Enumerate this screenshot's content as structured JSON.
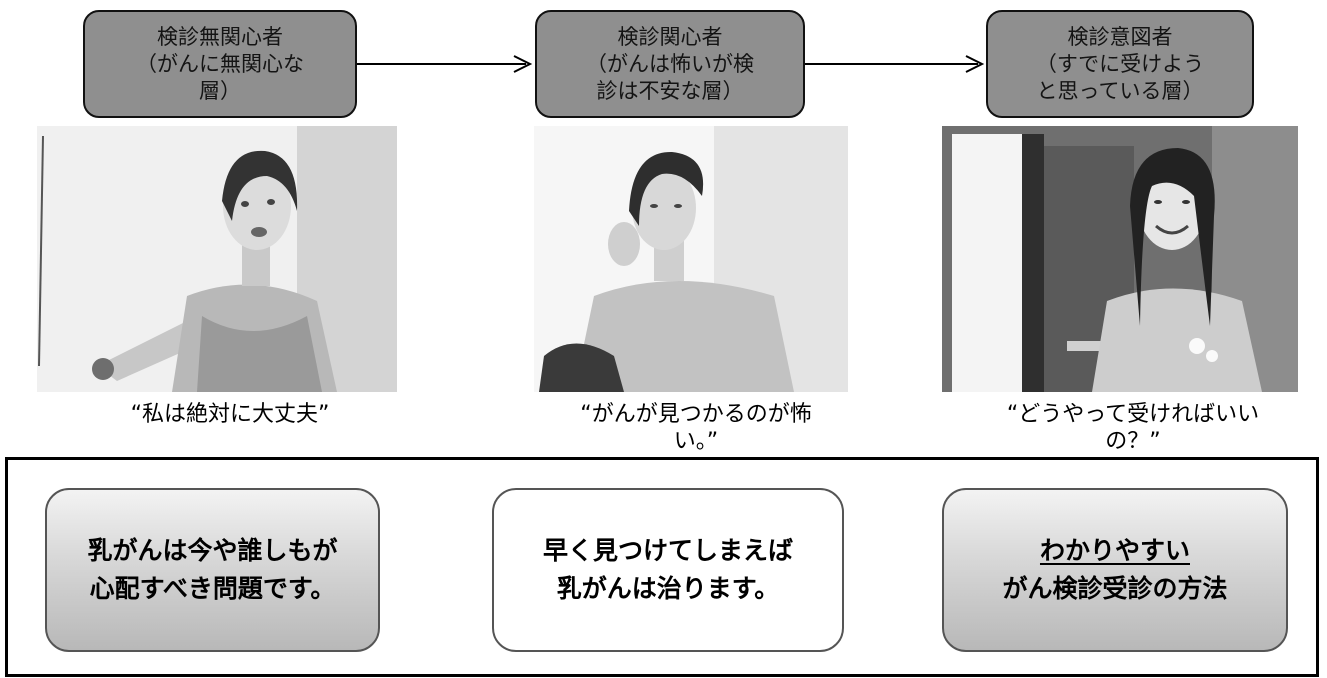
{
  "stages": [
    {
      "line1": "検診無関心者",
      "line2": "（がんに無関心な",
      "line3": "層）"
    },
    {
      "line1": "検診関心者",
      "line2": "（がんは怖いが検",
      "line3": "診は不安な層）"
    },
    {
      "line1": "検診意図者",
      "line2": "（すでに受けよう",
      "line3": "と思っている層）"
    }
  ],
  "quotes": [
    {
      "line1": "“私は絶対に大丈夫”",
      "line2": ""
    },
    {
      "line1": "“がんが見つかるのが怖",
      "line2": "い。”"
    },
    {
      "line1": "“どうやって受ければいい",
      "line2": "の？”"
    }
  ],
  "messages": [
    {
      "line1": "乳がんは今や誰しもが",
      "line2": "心配すべき問題です。"
    },
    {
      "line1": "早く見つけてしまえば",
      "line2": "乳がんは治ります。"
    },
    {
      "line1": "わかりやすい",
      "line2": "がん検診受診の方法"
    }
  ],
  "colors": {
    "stage_fill": "#8f8f8f",
    "border": "#111111",
    "message_gray": "#c4c4c4",
    "message_white": "#ffffff"
  },
  "icons": {
    "photo1": "woman-portrait-photo",
    "photo2": "woman-worried-photo",
    "photo3": "woman-smiling-photo",
    "arrow": "right-arrow-icon"
  }
}
